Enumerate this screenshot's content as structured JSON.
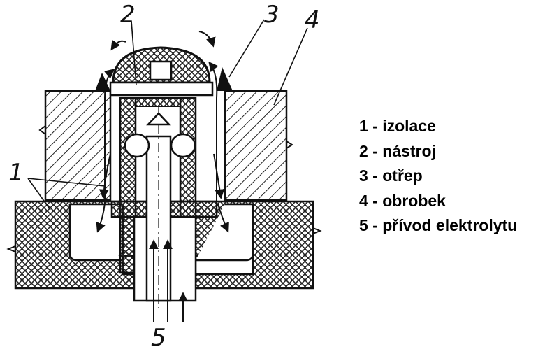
{
  "labels": {
    "part_1": "1",
    "part_2": "2",
    "part_3": "3",
    "part_4": "4",
    "part_5": "5"
  },
  "legend": [
    "1 - izolace",
    "2 - nástroj",
    "3 - otřep",
    "4 - obrobek",
    "5 - přívod elektrolytu"
  ]
}
